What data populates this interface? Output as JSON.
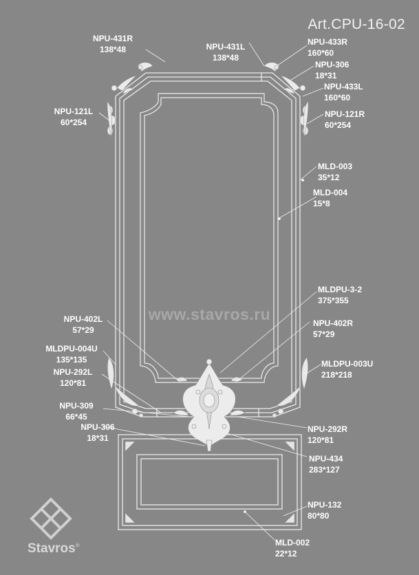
{
  "article": "Art.CPU-16-02",
  "watermark": "www.stavros.ru",
  "logo": {
    "name": "Stavros",
    "mark": "®"
  },
  "callouts": {
    "npu431r": {
      "code": "NPU-431R",
      "dim": "138*48"
    },
    "npu431l": {
      "code": "NPU-431L",
      "dim": "138*48"
    },
    "npu433r": {
      "code": "NPU-433R",
      "dim": "160*60"
    },
    "npu306a": {
      "code": "NPU-306",
      "dim": "18*31"
    },
    "npu433l": {
      "code": "NPU-433L",
      "dim": "160*60"
    },
    "npu121l": {
      "code": "NPU-121L",
      "dim": "60*254"
    },
    "npu121r": {
      "code": "NPU-121R",
      "dim": "60*254"
    },
    "mld003": {
      "code": "MLD-003",
      "dim": "35*12"
    },
    "mld004": {
      "code": "MLD-004",
      "dim": "15*8"
    },
    "mldpu32": {
      "code": "MLDPU-3-2",
      "dim": "375*355"
    },
    "npu402l": {
      "code": "NPU-402L",
      "dim": "57*29"
    },
    "npu402r": {
      "code": "NPU-402R",
      "dim": "57*29"
    },
    "mldpu004u": {
      "code": "MLDPU-004U",
      "dim": "135*135"
    },
    "mldpu003u": {
      "code": "MLDPU-003U",
      "dim": "218*218"
    },
    "npu292l": {
      "code": "NPU-292L",
      "dim": "120*81"
    },
    "npu309": {
      "code": "NPU-309",
      "dim": "66*45"
    },
    "npu306b": {
      "code": "NPU-306",
      "dim": "18*31"
    },
    "npu292r": {
      "code": "NPU-292R",
      "dim": "120*81"
    },
    "npu434": {
      "code": "NPU-434",
      "dim": "283*127"
    },
    "npu132": {
      "code": "NPU-132",
      "dim": "80*80"
    },
    "mld002": {
      "code": "MLD-002",
      "dim": "22*12"
    }
  }
}
